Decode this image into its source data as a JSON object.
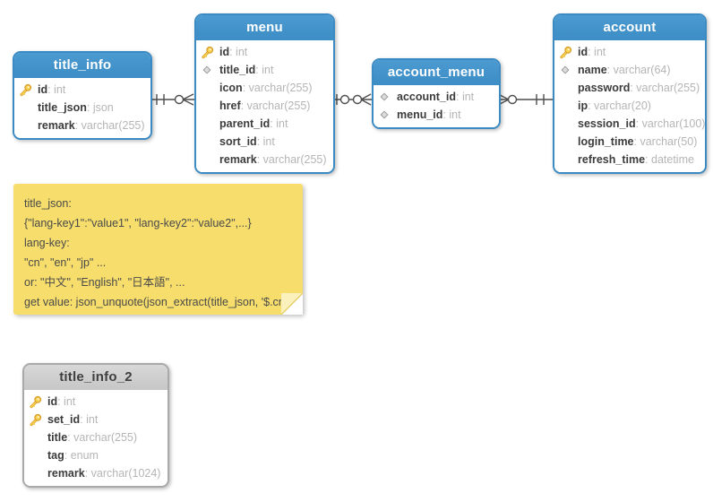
{
  "app": {
    "view": "er-diagram"
  },
  "colors": {
    "table_header_blue": "#3d8dc6",
    "table_border_blue": "#3a8ac3",
    "table_header_grey": "#cbcbcb",
    "column_label": "#3c3c3c",
    "column_type": "#b5b5b5",
    "relationship_line": "#4d4d4d",
    "note_background": "#f6dd6c",
    "note_text": "#4a4a4a",
    "key_icon_gold": "#f0c23c",
    "diamond_icon_grey": "#dcdcdc"
  },
  "tables": [
    {
      "name": "title_info",
      "variant": "blue",
      "columns": [
        {
          "icon": "key",
          "label": "id",
          "type": "int"
        },
        {
          "icon": "none",
          "label": "title_json",
          "type": "json"
        },
        {
          "icon": "none",
          "label": "remark",
          "type": "varchar(255)"
        }
      ]
    },
    {
      "name": "menu",
      "variant": "blue",
      "columns": [
        {
          "icon": "key",
          "label": "id",
          "type": "int"
        },
        {
          "icon": "diamond",
          "label": "title_id",
          "type": "int"
        },
        {
          "icon": "none",
          "label": "icon",
          "type": "varchar(255)"
        },
        {
          "icon": "none",
          "label": "href",
          "type": "varchar(255)"
        },
        {
          "icon": "none",
          "label": "parent_id",
          "type": "int"
        },
        {
          "icon": "none",
          "label": "sort_id",
          "type": "int"
        },
        {
          "icon": "none",
          "label": "remark",
          "type": "varchar(255)"
        }
      ]
    },
    {
      "name": "account_menu",
      "variant": "blue",
      "columns": [
        {
          "icon": "diamond",
          "label": "account_id",
          "type": "int"
        },
        {
          "icon": "diamond",
          "label": "menu_id",
          "type": "int"
        }
      ]
    },
    {
      "name": "account",
      "variant": "blue",
      "columns": [
        {
          "icon": "key",
          "label": "id",
          "type": "int"
        },
        {
          "icon": "diamond",
          "label": "name",
          "type": "varchar(64)"
        },
        {
          "icon": "none",
          "label": "password",
          "type": "varchar(255)"
        },
        {
          "icon": "none",
          "label": "ip",
          "type": "varchar(20)"
        },
        {
          "icon": "none",
          "label": "session_id",
          "type": "varchar(100)"
        },
        {
          "icon": "none",
          "label": "login_time",
          "type": "varchar(50)"
        },
        {
          "icon": "none",
          "label": "refresh_time",
          "type": "datetime"
        }
      ]
    },
    {
      "name": "title_info_2",
      "variant": "grey",
      "columns": [
        {
          "icon": "key",
          "label": "id",
          "type": "int"
        },
        {
          "icon": "key",
          "label": "set_id",
          "type": "int"
        },
        {
          "icon": "none",
          "label": "title",
          "type": "varchar(255)"
        },
        {
          "icon": "none",
          "label": "tag",
          "type": "enum"
        },
        {
          "icon": "none",
          "label": "remark",
          "type": "varchar(1024)"
        }
      ]
    }
  ],
  "relationships": [
    {
      "from": "title_info",
      "to": "menu",
      "from_cardinality": "one-exactly",
      "to_cardinality": "zero-or-many"
    },
    {
      "from": "menu",
      "to": "account_menu",
      "from_cardinality": "zero-or-one",
      "to_cardinality": "zero-or-many"
    },
    {
      "from": "account",
      "to": "account_menu",
      "from_cardinality": "one-exactly",
      "to_cardinality": "zero-or-many"
    }
  ],
  "note": {
    "lines": [
      "title_json:",
      "{\"lang-key1\":\"value1\", \"lang-key2\":\"value2\",...}",
      "lang-key:",
      "\"cn\", \"en\", \"jp\" ...",
      "or: \"中文\", \"English\", \"日本語\", ...",
      "get value: json_unquote(json_extract(title_json, '$.cn')"
    ]
  }
}
